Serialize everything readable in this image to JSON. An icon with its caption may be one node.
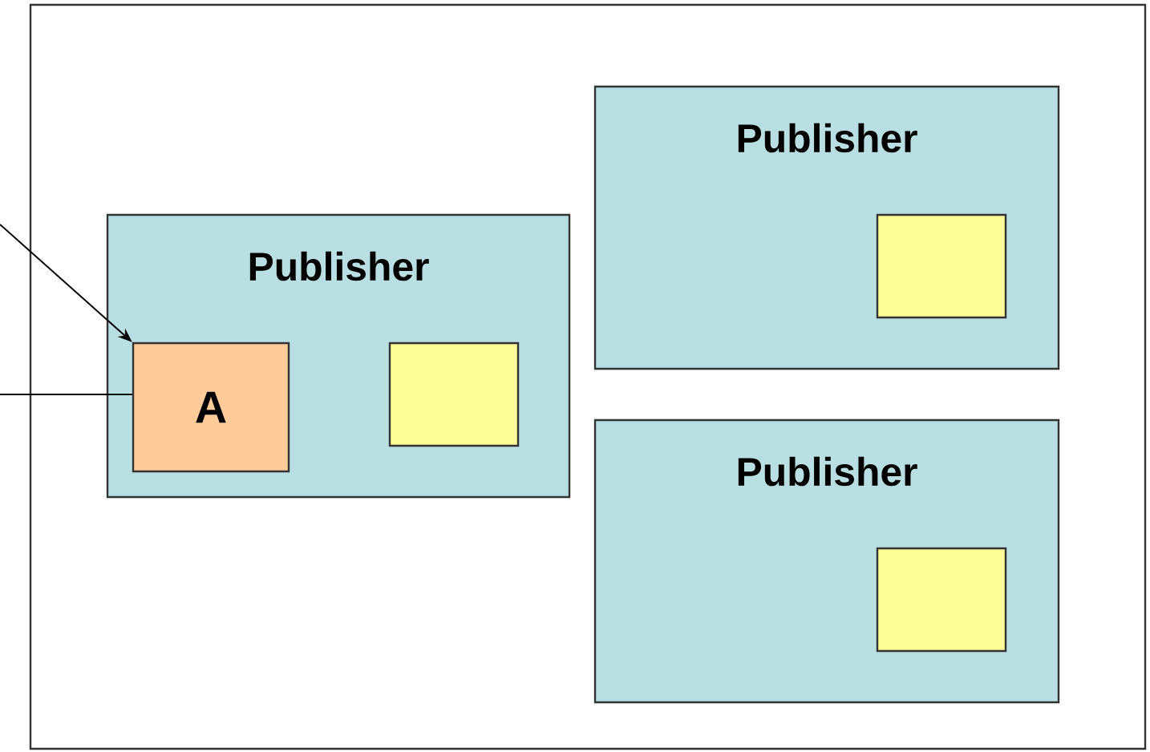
{
  "diagram": {
    "nodes": [
      {
        "text": [],
        "shape": "box"
      },
      {
        "text": [
          "Publisher"
        ],
        "in": 0
      },
      {
        "text": [
          "A"
        ],
        "in": 1
      },
      {
        "text": [],
        "shape": "box",
        "in": 1
      },
      {
        "text": [
          "Publisher"
        ],
        "in": 0
      },
      {
        "text": [],
        "shape": "box",
        "in": 4
      },
      {
        "text": [
          "Publisher"
        ],
        "in": 0
      },
      {
        "text": [],
        "shape": "box",
        "in": 6
      }
    ],
    "edges": [
      {
        "from": null,
        "to": 2,
        "arrow": "to"
      },
      {
        "from": null,
        "to": 2,
        "arrow": "none"
      }
    ]
  }
}
